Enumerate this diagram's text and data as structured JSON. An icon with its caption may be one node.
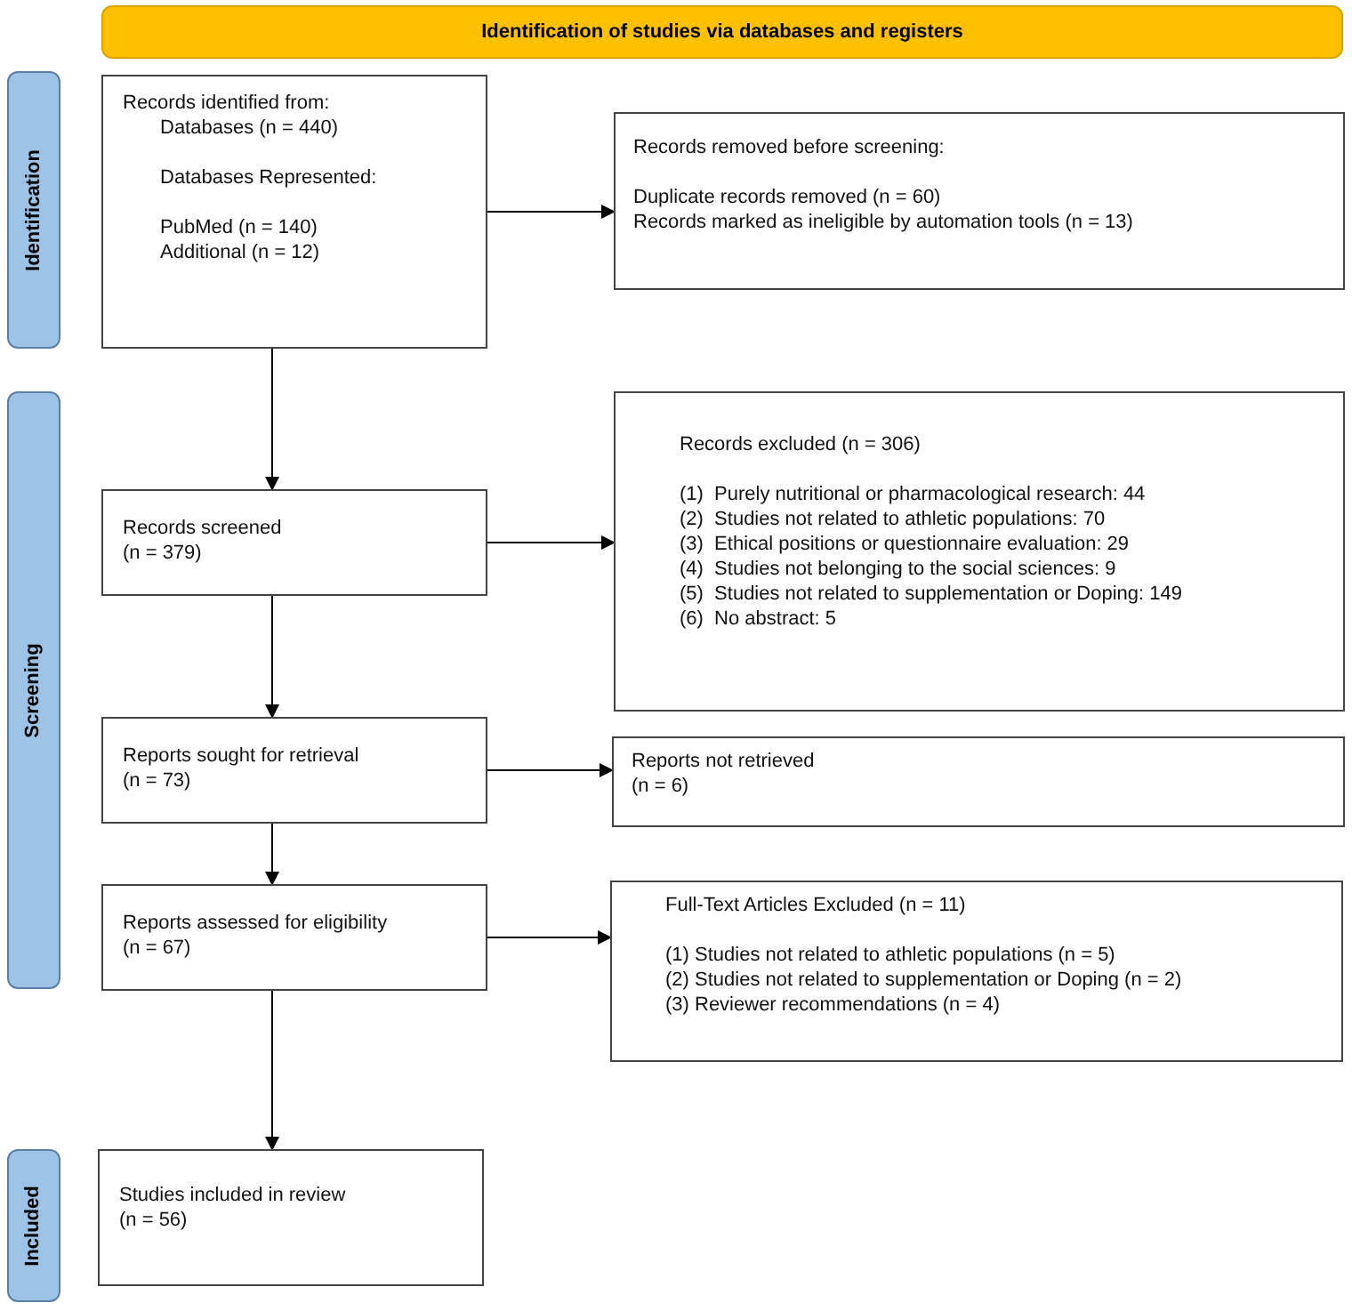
{
  "diagram": {
    "nodes": [
      {
        "text": [
          "Identification of studies via databases and registers"
        ]
      },
      {
        "text": [
          "Identification"
        ]
      },
      {
        "text": [
          "Records identified from:",
          "Databases (n = 440)",
          "Databases Represented:",
          "PubMed (n = 140)",
          "Additional (n = 12)"
        ]
      },
      {
        "text": [
          "Records removed before screening:",
          "Duplicate records removed (n = 60)",
          "Records marked as ineligible by automation tools (n = 13)"
        ]
      },
      {
        "text": [
          "Screening"
        ]
      },
      {
        "text": [
          "Records screened",
          "(n = 379)"
        ]
      },
      {
        "text": [
          "Records excluded (n = 306)",
          "(1)  Purely nutritional or pharmacological research: 44",
          "(2)  Studies not related to athletic populations: 70",
          "(3)  Ethical positions or questionnaire evaluation: 29",
          "(4)  Studies not belonging to the social sciences: 9",
          "(5)  Studies not related to supplementation or Doping: 149",
          "(6)  No abstract: 5"
        ]
      },
      {
        "text": [
          "Reports sought for retrieval",
          "(n = 73)"
        ]
      },
      {
        "text": [
          "Reports not retrieved",
          "(n = 6)"
        ]
      },
      {
        "text": [
          "Reports assessed for eligibility",
          "(n = 67)"
        ]
      },
      {
        "text": [
          "Full-Text Articles Excluded (n = 11)",
          "(1) Studies not related to athletic populations (n = 5)",
          "(2) Studies not related to supplementation or Doping (n = 2)",
          "(3) Reviewer recommendations (n = 4)"
        ]
      },
      {
        "text": [
          "Included"
        ]
      },
      {
        "text": [
          "Studies included in review",
          "(n = 56)"
        ]
      }
    ],
    "edges": [
      {
        "from": 2,
        "to": 3,
        "arrow": "to"
      },
      {
        "from": 2,
        "to": 5,
        "arrow": "to"
      },
      {
        "from": 5,
        "to": 6,
        "arrow": "to"
      },
      {
        "from": 5,
        "to": 7,
        "arrow": "to"
      },
      {
        "from": 7,
        "to": 8,
        "arrow": "to"
      },
      {
        "from": 7,
        "to": 9,
        "arrow": "to"
      },
      {
        "from": 9,
        "to": 10,
        "arrow": "to"
      },
      {
        "from": 9,
        "to": 12,
        "arrow": "to"
      }
    ]
  }
}
